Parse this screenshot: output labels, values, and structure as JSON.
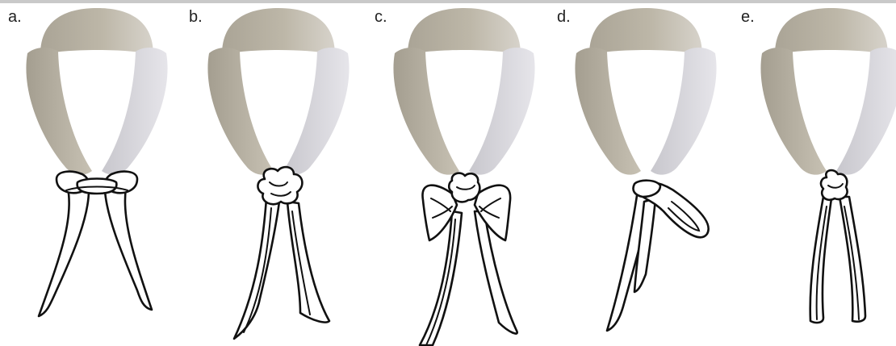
{
  "panels": [
    {
      "label": "a."
    },
    {
      "label": "b."
    },
    {
      "label": "c."
    },
    {
      "label": "d."
    },
    {
      "label": "e."
    }
  ],
  "colors": {
    "fabric_dark": "#a8a294",
    "fabric_mid": "#c6c0b1",
    "fabric_light": "#e2e0e4",
    "outline": "#111111"
  }
}
